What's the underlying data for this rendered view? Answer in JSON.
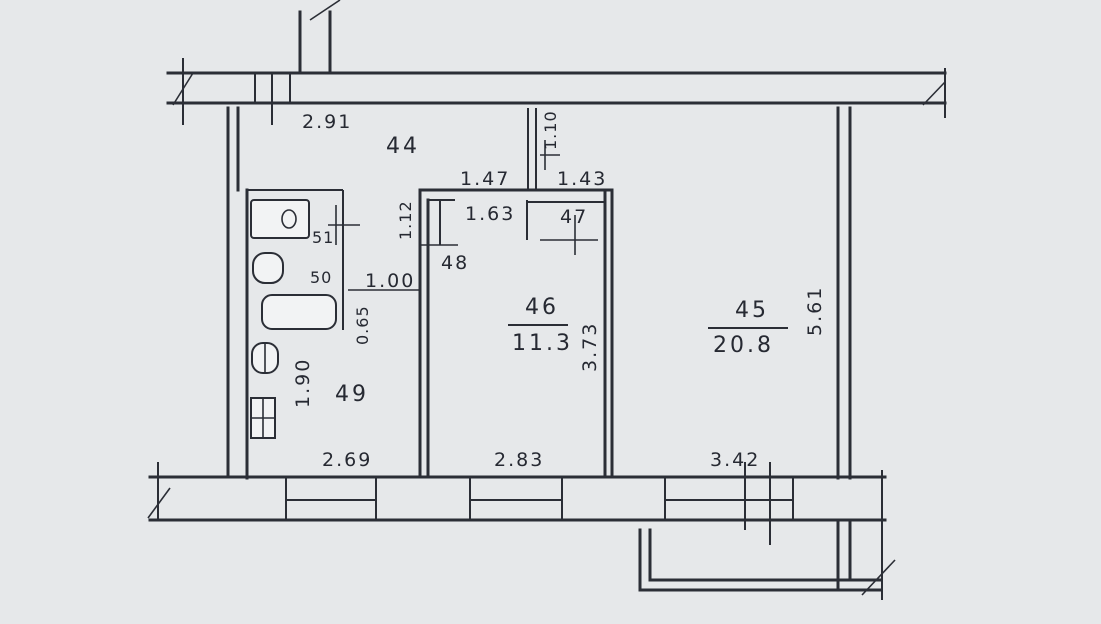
{
  "rooms": [
    {
      "number": "44",
      "area": ""
    },
    {
      "number": "46",
      "area": "11.3"
    },
    {
      "number": "45",
      "area": "20.8"
    },
    {
      "number": "49",
      "area": ""
    },
    {
      "number": "47",
      "area": ""
    },
    {
      "number": "48",
      "area": ""
    },
    {
      "number": "50",
      "area": ""
    },
    {
      "number": "51",
      "area": ""
    }
  ],
  "dimensions": {
    "top_left": "2.91",
    "top_mid_vertical": "1.10",
    "mid_left": "1.47",
    "mid_right": "1.43",
    "corridor": "1.63",
    "bath_vertical": "1.12",
    "bath_width": "1.00",
    "bath_small_vertical": "0.65",
    "kitchen_vertical": "1.90",
    "room46_vertical": "3.73",
    "room45_vertical": "5.61",
    "bottom_left": "2.69",
    "bottom_mid": "2.83",
    "bottom_right": "3.42"
  }
}
